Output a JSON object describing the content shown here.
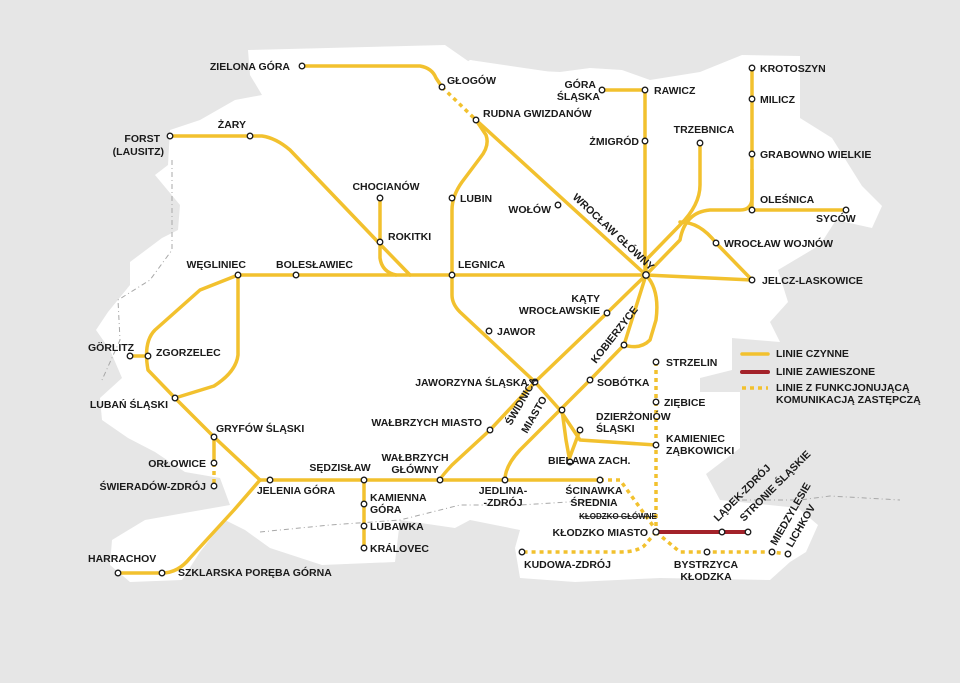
{
  "colors": {
    "background": "#e6e6e6",
    "region": "#ffffff",
    "active": "#f2c12e",
    "suspended": "#a3222a",
    "station": "#ffffff",
    "text": "#1a1a1a"
  },
  "legend": {
    "active": "LINIE CZYNNE",
    "suspended": "LINIE ZAWIESZONE",
    "replacement_1": "LINIE Z FUNKCJONUJĄCĄ",
    "replacement_2": "KOMUNIKACJĄ ZASTĘPCZĄ"
  },
  "stations": {
    "zielona_gora": "ZIELONA GÓRA",
    "glogow": "GŁOGÓW",
    "rudna": "RUDNA GWIZDANÓW",
    "gora_slaska_1": "GÓRA",
    "gora_slaska_2": "ŚLĄSKA",
    "rawicz": "RAWICZ",
    "krotoszyn": "KROTOSZYN",
    "milicz": "MILICZ",
    "grabowno": "GRABOWNO WIELKIE",
    "zmigrod": "ŻMIGRÓD",
    "trzebnica": "TRZEBNICA",
    "olesnica": "OLEŚNICA",
    "sycow": "SYCÓW",
    "forst_1": "FORST",
    "forst_2": "(LAUSITZ)",
    "zary": "ŻARY",
    "chocianow": "CHOCIANÓW",
    "lubin": "LUBIN",
    "wolow": "WOŁÓW",
    "wroclaw_glowny": "WROCŁAW GŁÓWNY",
    "rokitki": "ROKITKI",
    "wroclaw_wojnow": "WROCŁAW WOJNÓW",
    "jelcz": "JELCZ-LASKOWICE",
    "weglinie": "WĘGLINIEC",
    "boleslawiec": "BOLESŁAWIEC",
    "legnica": "LEGNICA",
    "katy_1": "KĄTY",
    "katy_2": "WROCŁAWSKIE",
    "jawor": "JAWOR",
    "kobierzyce": "KOBIERZYCE",
    "gorlitz": "GÖRLITZ",
    "zgorzelec": "ZGORZELEC",
    "strzelin": "STRZELIN",
    "jaworzyna": "JAWORZYNA ŚLĄSKA",
    "sobotka": "SOBÓTKA",
    "luban": "LUBAŃ ŚLĄSKI",
    "ziebice": "ZIĘBICE",
    "swidnica_1": "ŚWIDNICA",
    "swidnica_2": "MIASTO",
    "dzierzoniow_1": "DZIERŻONIÓW",
    "dzierzoniow_2": "ŚLĄSKI",
    "walbrzych_miasto": "WAŁBRZYCH MIASTO",
    "gryfow": "GRYFÓW ŚLĄSKI",
    "kamieniec_1": "KAMIENIEC",
    "kamieniec_2": "ZĄBKOWICKI",
    "bielawa": "BIELAWA ZACH.",
    "orlowice": "ORŁOWICE",
    "sedzislaw": "SĘDZISŁAW",
    "walbrzych_glowny_1": "WAŁBRZYCH",
    "walbrzych_glowny_2": "GŁÓWNY",
    "swieradow": "ŚWIERADÓW-ZDRÓJ",
    "jelenia_gora": "JELENIA GÓRA",
    "jedlina_1": "JEDLINA-",
    "jedlina_2": "-ZDRÓJ",
    "scinawka_1": "ŚCINAWKA",
    "scinawka_2": "ŚREDNIA",
    "kamienna_gora_1": "KAMIENNA",
    "kamienna_gora_2": "GÓRA",
    "ladek": "LĄDEK-ZDRÓJ",
    "stronie": "STRONIE ŚLĄSKIE",
    "klodzko_glowne": "KŁODZKO GŁÓWNE",
    "lubawka": "LUBAWKA",
    "klodzko_miasto": "KŁODZKO MIASTO",
    "miedzylesie": "MIEDZYLESIE",
    "lichkov": "LICHKOV",
    "kralovec": "KRÁLOVEC",
    "harrachov": "HARRACHOV",
    "kudowa": "KUDOWA-ZDRÓJ",
    "bystrzyca_1": "BYSTRZYCA",
    "bystrzyca_2": "KŁODZKA",
    "szklarska": "SZKLARSKA PORĘBA GÓRNA"
  }
}
